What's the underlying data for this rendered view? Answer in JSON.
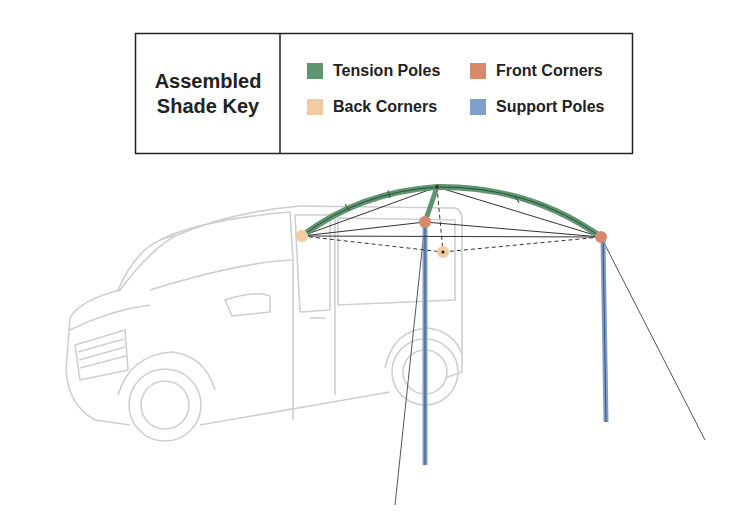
{
  "diagram": {
    "title": "Assembled Shade Key",
    "legend": [
      {
        "text": "Tension Poles",
        "color": "#5f9470"
      },
      {
        "text": "Front Corners",
        "color": "#d9896a"
      },
      {
        "text": "Back Corners",
        "color": "#f3cba3"
      },
      {
        "text": "Support Poles",
        "color": "#7f9fcc"
      }
    ]
  }
}
